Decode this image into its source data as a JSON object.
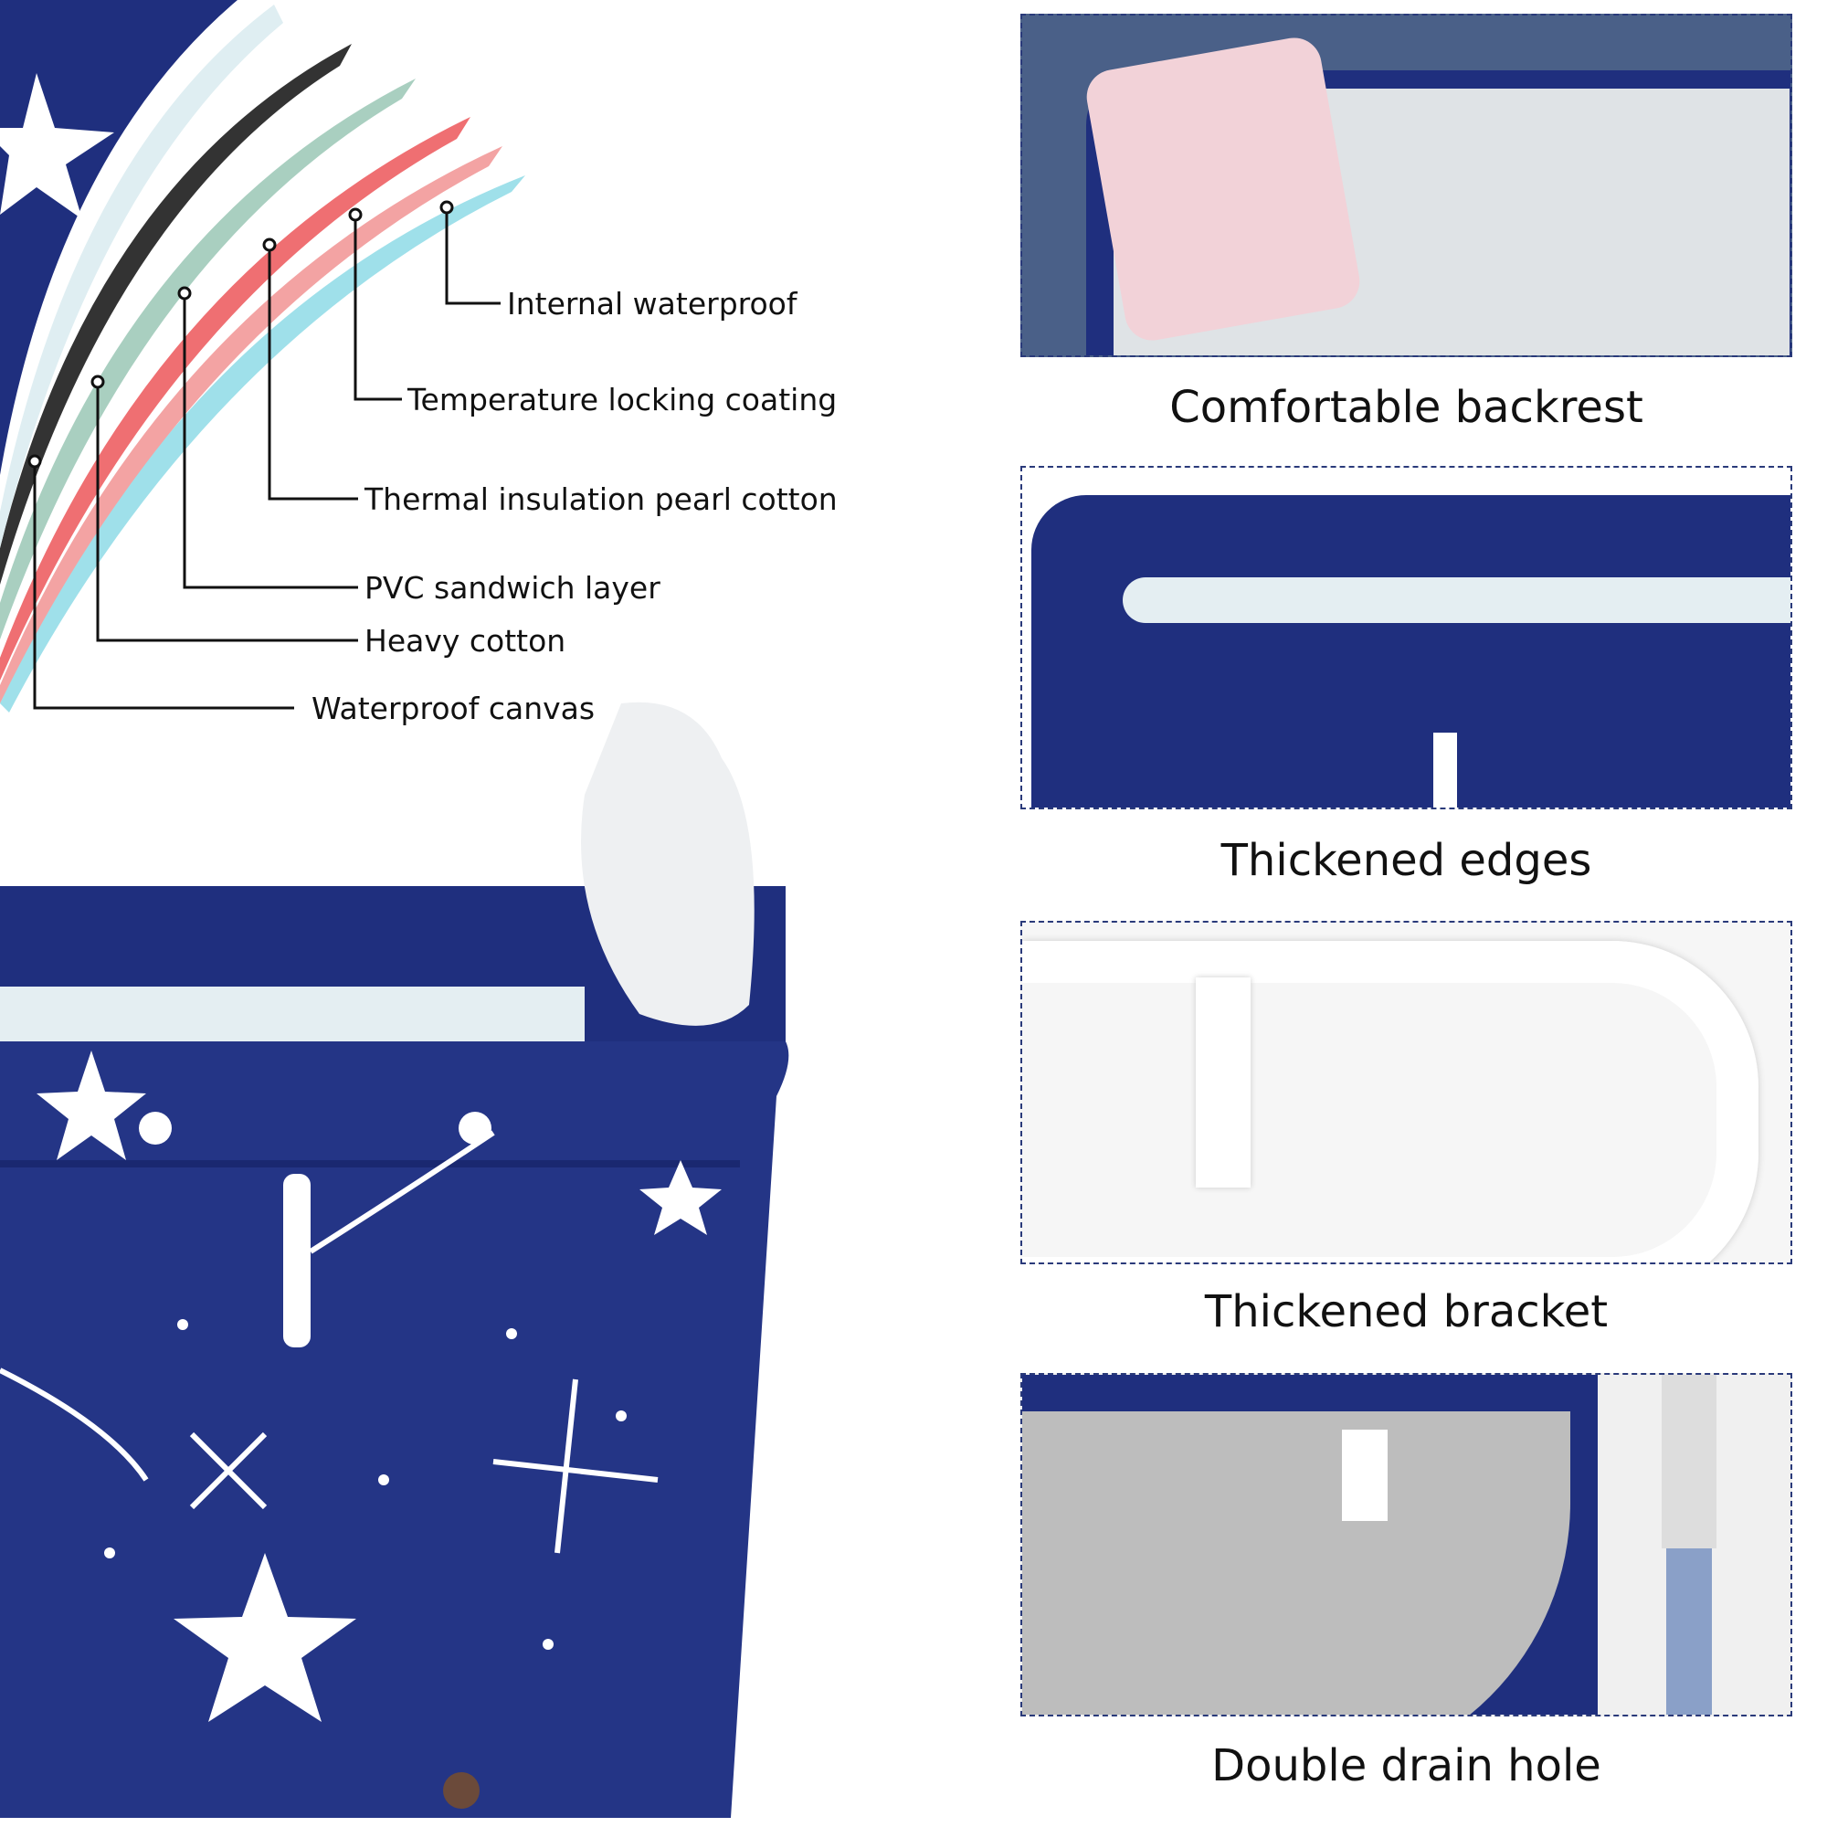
{
  "layers": [
    {
      "label": "Internal waterproof",
      "color": "#9fe0ea"
    },
    {
      "label": "Temperature locking coating",
      "color": "#f3a3a3"
    },
    {
      "label": "Thermal insulation pearl cotton",
      "color": "#ef6f72"
    },
    {
      "label": "PVC sandwich layer",
      "color": "#a9cfc0"
    },
    {
      "label": "Heavy cotton",
      "color": "#333333"
    },
    {
      "label": "Waterproof canvas",
      "color": "#dfeef2"
    }
  ],
  "features": [
    {
      "caption": "Comfortable backrest"
    },
    {
      "caption": "Thickened edges"
    },
    {
      "caption": "Thickened bracket"
    },
    {
      "caption": "Double drain hole"
    }
  ],
  "colors": {
    "navy": "#1f2f7e",
    "panel_border": "#2a3a7a"
  }
}
